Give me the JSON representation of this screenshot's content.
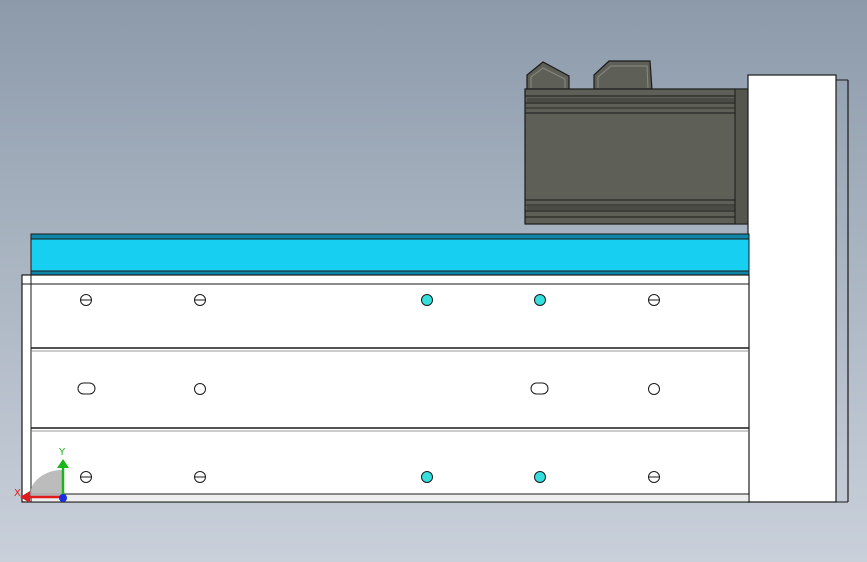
{
  "triad": {
    "y_label": "Y",
    "x_label": "X"
  },
  "colors": {
    "background_top": "#8c9aaa",
    "background_bottom": "#c9d0da",
    "rail_top": "#17cff0",
    "rail_edge": "#0d86a8",
    "body_fill": "#ffffff",
    "motor_fill": "#5e5f56",
    "motor_dark": "#45463f",
    "cyan_hole": "#37dede",
    "axis_y": "#19b519",
    "axis_x": "#e01b1b",
    "axis_z": "#1b2fe0",
    "outline": "#1a1a1a"
  },
  "holes": {
    "row_top": [
      "slotted",
      "slotted",
      "cyan",
      "cyan",
      "slotted"
    ],
    "row_middle": [
      "slot",
      "round",
      "none",
      "slot",
      "round"
    ],
    "row_bottom": [
      "slotted",
      "slotted",
      "cyan",
      "cyan",
      "slotted"
    ]
  }
}
